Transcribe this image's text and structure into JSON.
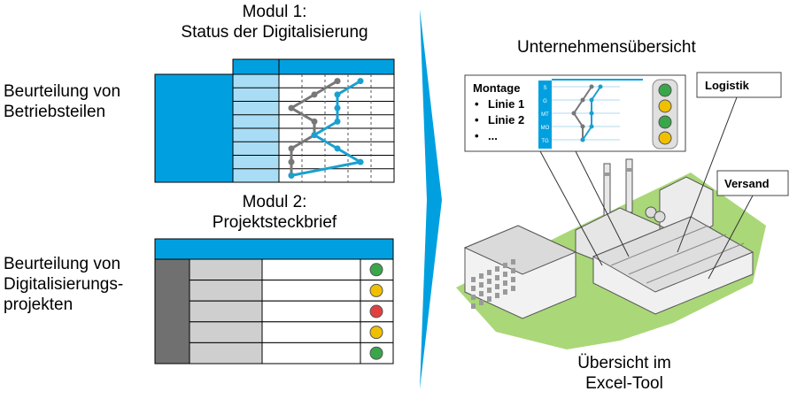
{
  "modul1": {
    "title_line1": "Modul 1:",
    "title_line2": "Status der Digitalisierung",
    "side_label_line1": "Beurteilung von",
    "side_label_line2": "Betriebsteilen",
    "series": [
      {
        "color": "#777777",
        "points": [
          2,
          1,
          0,
          1,
          1,
          0,
          0,
          0
        ]
      },
      {
        "color": "#1aa0d0",
        "points": [
          3,
          2,
          2,
          2,
          1,
          2,
          3,
          0
        ]
      }
    ]
  },
  "modul2": {
    "title_line1": "Modul 2:",
    "title_line2": "Projektsteckbrief",
    "side_label_line1": "Beurteilung von",
    "side_label_line2": "Digitalisierungs-",
    "side_label_line3": "projekten",
    "status_lights": [
      "green",
      "yellow",
      "red",
      "yellow",
      "green"
    ]
  },
  "overview": {
    "title": "Unternehmensübersicht",
    "montage_title": "Montage",
    "montage_items": [
      "Linie 1",
      "Linie 2",
      "..."
    ],
    "scale_labels": [
      "S",
      "G",
      "MT",
      "MO",
      "TG"
    ],
    "traffic_light": [
      "green",
      "yellow",
      "green",
      "yellow"
    ],
    "label_logistik": "Logistik",
    "label_versand": "Versand",
    "caption_line1": "Übersicht im",
    "caption_line2": "Excel-Tool"
  },
  "colors": {
    "blue": "#00a0e0",
    "light_blue": "#a8ddf5",
    "gray_dark": "#707070",
    "gray_light": "#cfcfcf",
    "green": "#3aa64a",
    "yellow": "#f0c000",
    "red": "#e04040"
  }
}
